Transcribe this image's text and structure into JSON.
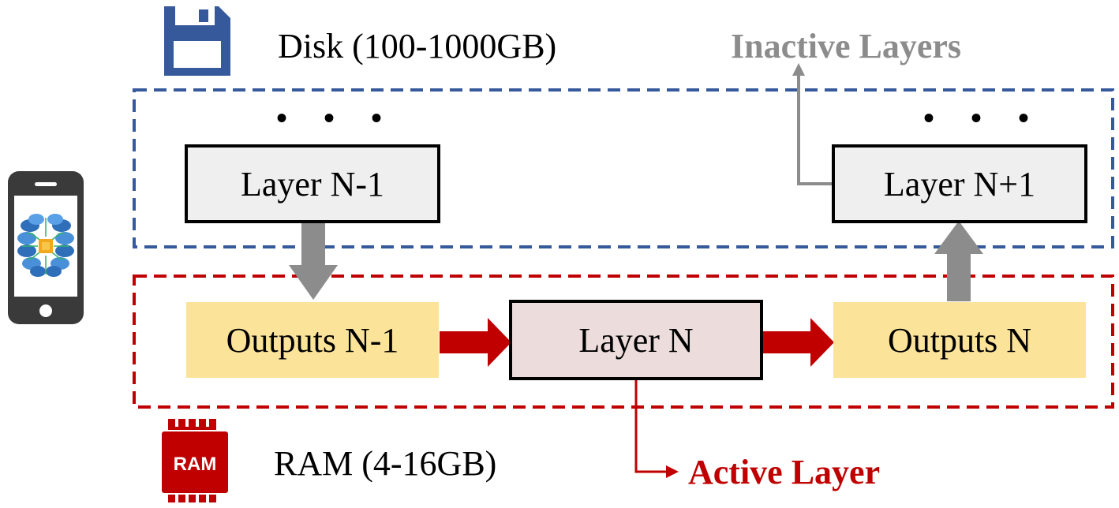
{
  "colors": {
    "disk_border": "#35599a",
    "ram_border": "#c00000",
    "gray_arrow": "#8c8c8c",
    "red_arrow": "#c00000",
    "active_text": "#c00000",
    "inactive_text": "#8c8c8c",
    "layer_fill": "#efefef",
    "active_fill": "#ecdcdc",
    "output_fill": "#fbe39a",
    "disk_icon": "#35599a",
    "ram_icon": "#c00000"
  },
  "disk": {
    "label": "Disk  (100-1000GB)",
    "icon": "floppy-disk-icon"
  },
  "ram": {
    "label": "RAM (4-16GB)",
    "icon": "ram-chip-icon",
    "chip_text": "RAM"
  },
  "phone": {
    "icon": "smartphone-icon"
  },
  "annotations": {
    "inactive": "Inactive Layers",
    "active": "Active Layer"
  },
  "ellipsis": "• • •",
  "nodes": {
    "layer_prev": "Layer N-1",
    "layer_next": "Layer N+1",
    "layer_current": "Layer N",
    "outputs_prev": "Outputs N-1",
    "outputs_current": "Outputs N"
  }
}
